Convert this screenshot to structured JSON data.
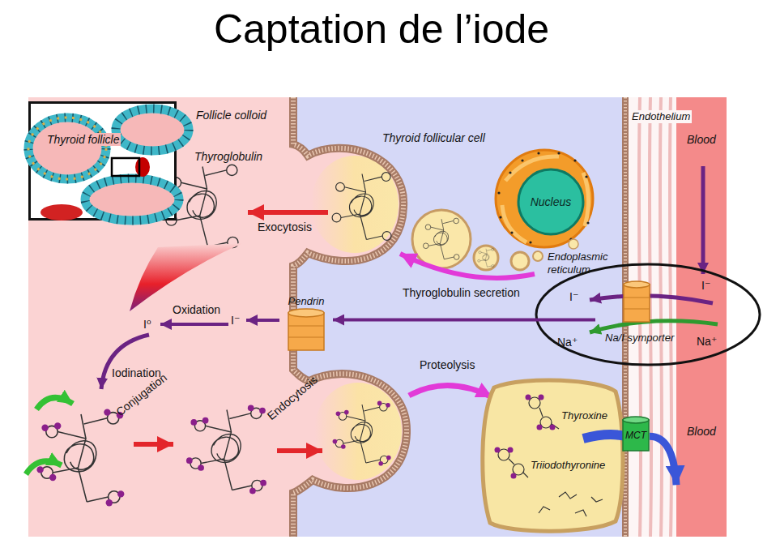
{
  "diagram": {
    "title": "Captation de l’iode",
    "nodes": [
      {
        "text": [
          "Thyroid follicle"
        ]
      },
      {
        "text": [
          "Follicle colloid"
        ]
      },
      {
        "text": [
          "Thyroid follicular cell"
        ]
      },
      {
        "text": [
          "Nucleus"
        ],
        "in": 2
      },
      {
        "text": [
          "Pendrin"
        ]
      },
      {
        "text": [
          "Na/I symporter"
        ]
      },
      {
        "text": [
          "Thyroxine",
          "Triiodothyronine"
        ],
        "in": 2
      },
      {
        "text": [
          "MCT"
        ]
      },
      {
        "text": [
          "Endothelium"
        ]
      },
      {
        "text": [
          "Blood",
          "Blood"
        ]
      }
    ],
    "edges": [
      {
        "from": 5,
        "to": 4,
        "arrow": "to"
      },
      {
        "from": 7,
        "to": 9,
        "arrow": "to"
      }
    ],
    "labels": [
      "Thyroglobulin",
      "Exocytosis",
      "Endoplasmic reticulum",
      "Thyroglobulin secretion",
      "Oxidation",
      "I⁻",
      "I⁰",
      "I⁻",
      "Na⁺",
      "I⁻",
      "Na⁺",
      "Iodination",
      "Conjugation",
      "Endocytosis",
      "Proteolysis"
    ]
  }
}
